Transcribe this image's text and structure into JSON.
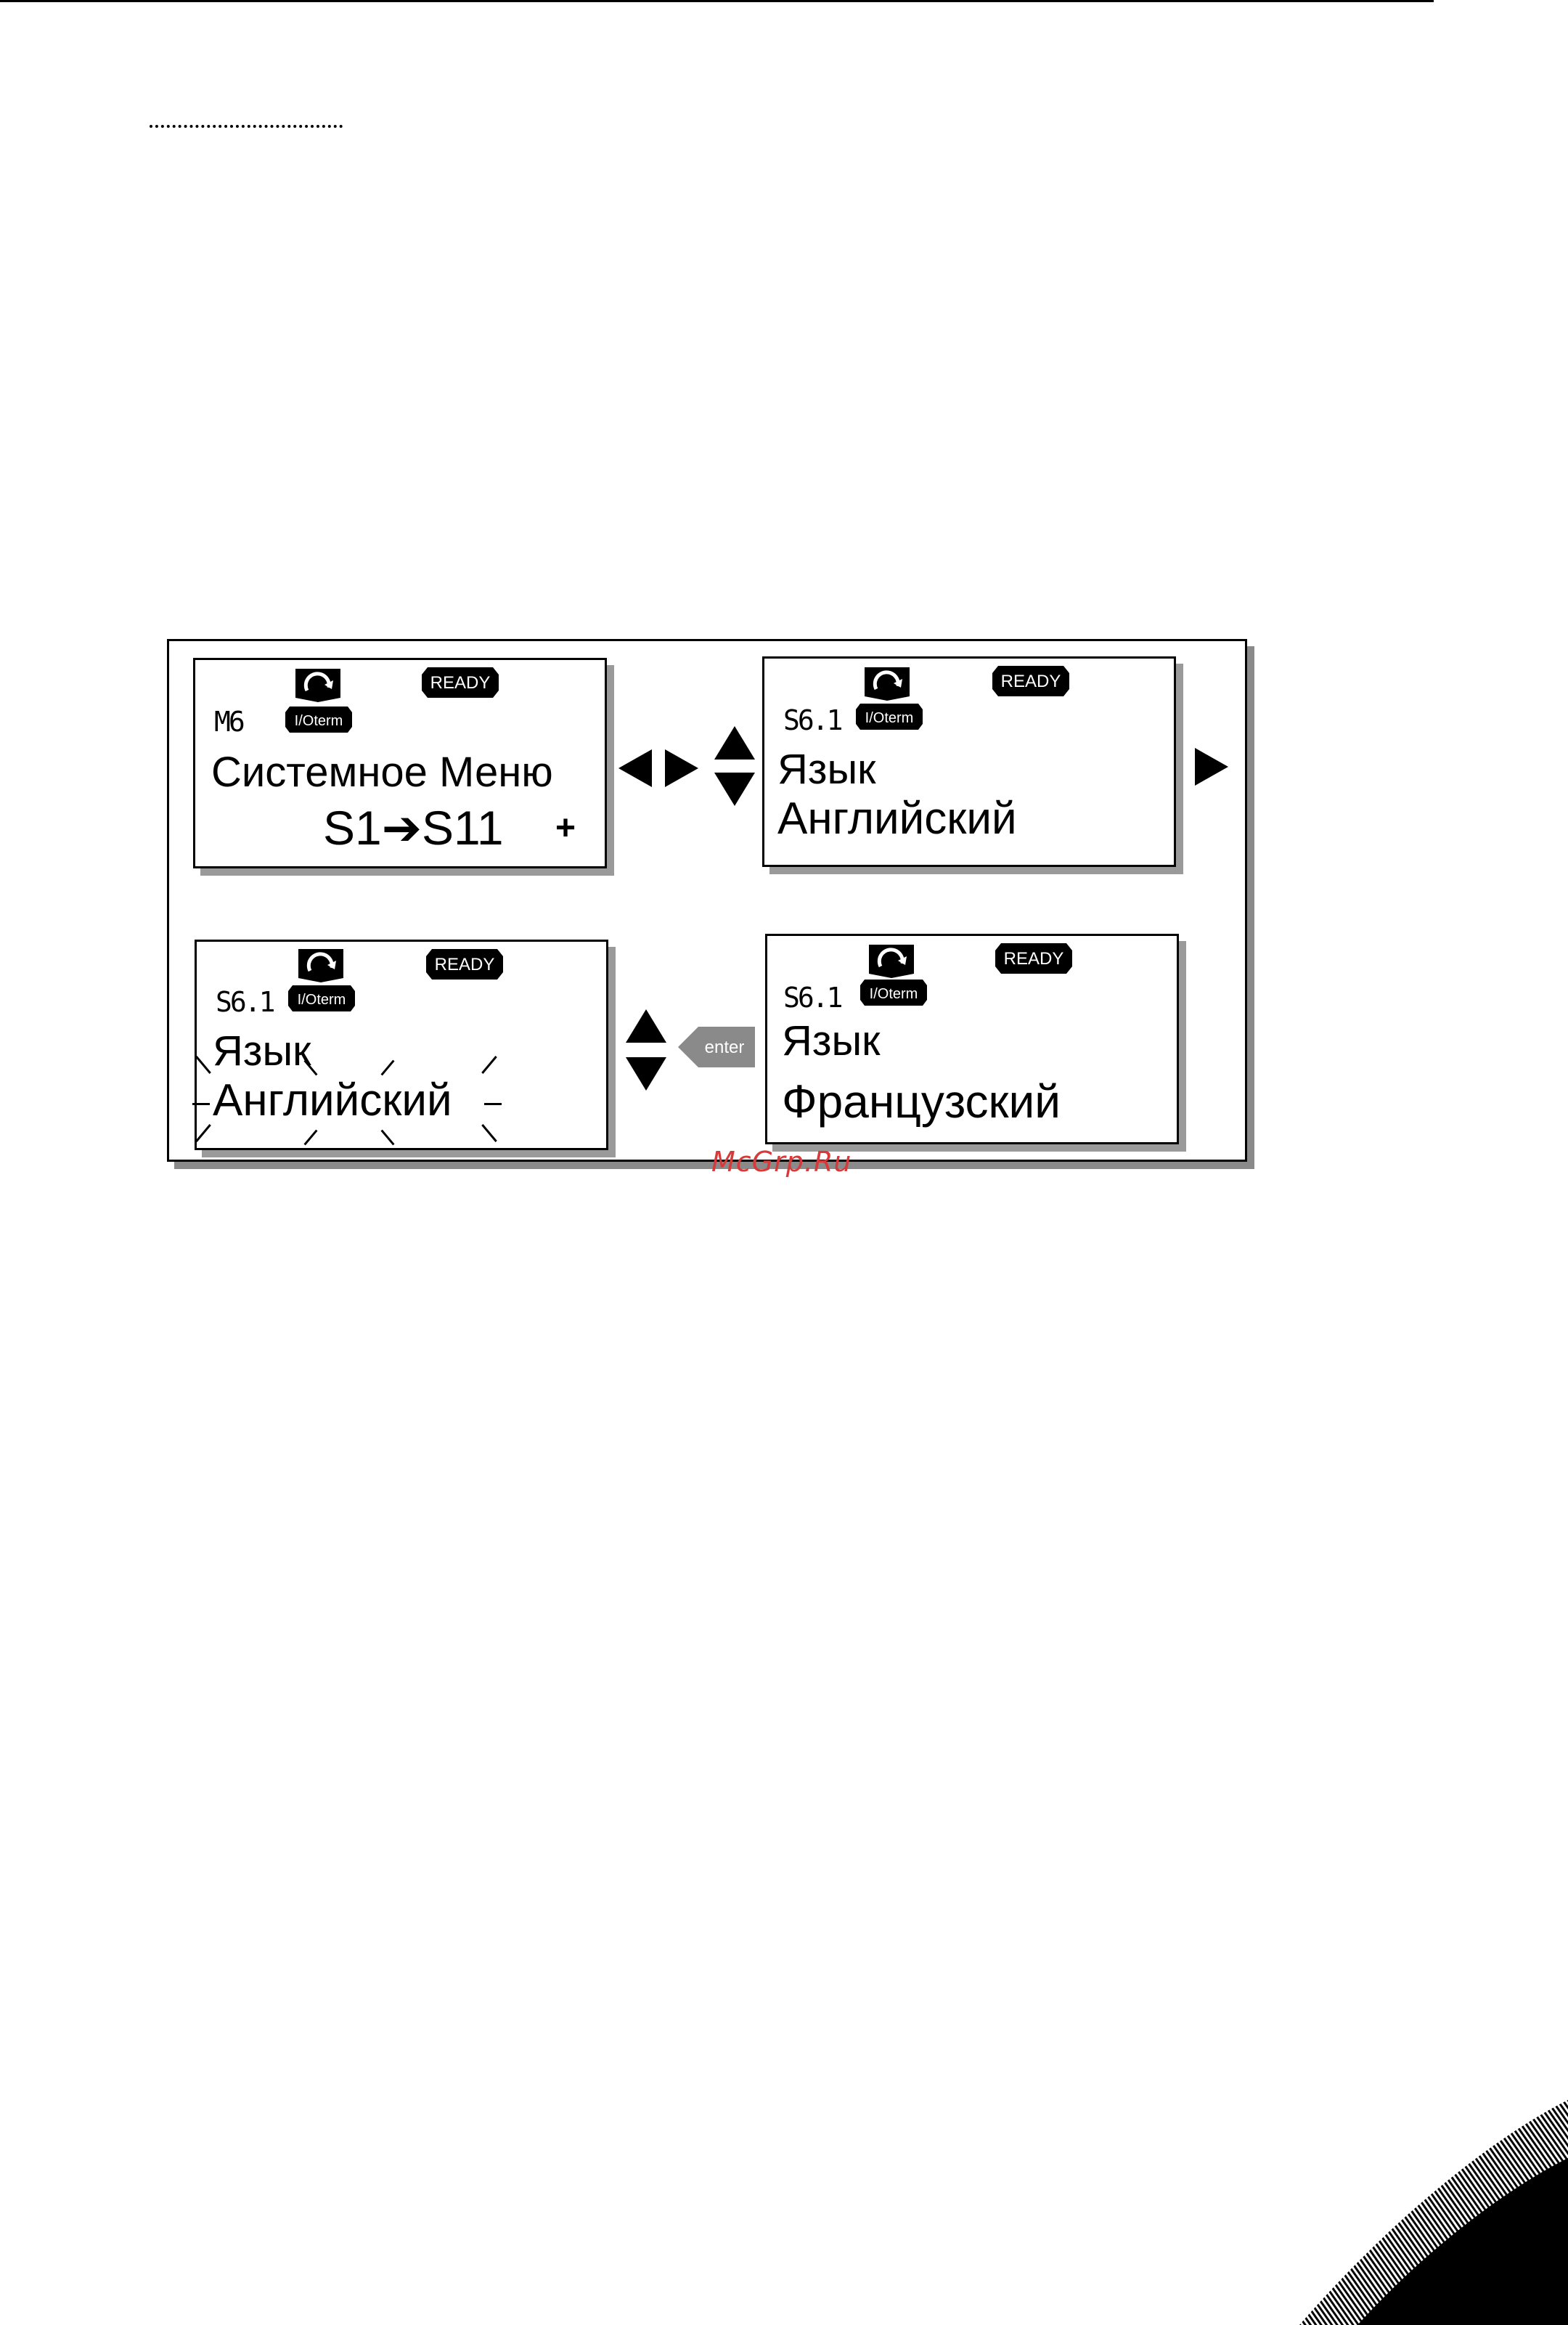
{
  "figure": {
    "panels": [
      {
        "id": "system-menu",
        "code": "M6",
        "icon_labels": [
          "I/Oterm",
          "READY"
        ],
        "line1": "Системное Меню",
        "line2": "S1➔S11",
        "line2_marker": "+"
      },
      {
        "id": "language-english",
        "code": "S6.1",
        "icon_labels": [
          "I/Oterm",
          "READY"
        ],
        "line1": "Язык",
        "line2": "Английский"
      },
      {
        "id": "language-english-edit",
        "code": "S6.1",
        "icon_labels": [
          "I/Oterm",
          "READY"
        ],
        "line1": "Язык",
        "line2": "Английский",
        "blinking": true
      },
      {
        "id": "language-french",
        "code": "S6.1",
        "icon_labels": [
          "I/Oterm",
          "READY"
        ],
        "line1": "Язык",
        "line2": "Французский"
      }
    ],
    "enter_key_label": "enter"
  },
  "watermark": "McGrp.Ru",
  "colors": {
    "watermark": "#d63a3a",
    "shadow": "#8a8a8a"
  }
}
